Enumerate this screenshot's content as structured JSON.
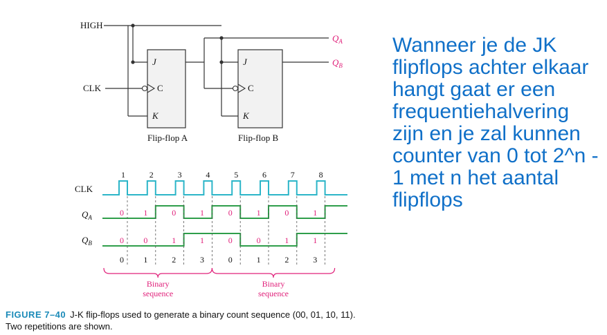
{
  "circuit": {
    "high_label": "HIGH",
    "clk_label": "CLK",
    "outputs": {
      "qa": "Q",
      "qa_sub": "A",
      "qb": "Q",
      "qb_sub": "B"
    },
    "flipflops": [
      {
        "j": "J",
        "c": "C",
        "k": "K",
        "name": "Flip-flop A"
      },
      {
        "j": "J",
        "c": "C",
        "k": "K",
        "name": "Flip-flop B"
      }
    ]
  },
  "timing": {
    "clk_label": "CLK",
    "qa_label": "Q",
    "qa_sub": "A",
    "qb_label": "Q",
    "qb_sub": "B",
    "clock_numbers": [
      "1",
      "2",
      "3",
      "4",
      "5",
      "6",
      "7",
      "8"
    ],
    "qa_levels": [
      0,
      1,
      0,
      1,
      0,
      1,
      0,
      1
    ],
    "qb_levels": [
      0,
      0,
      1,
      1,
      0,
      0,
      1,
      1
    ],
    "qa_values": [
      "0",
      "1",
      "0",
      "1",
      "0",
      "1",
      "0",
      "1"
    ],
    "qb_values": [
      "0",
      "0",
      "1",
      "1",
      "0",
      "0",
      "1",
      "1"
    ],
    "count_values": [
      "0",
      "1",
      "2",
      "3",
      "0",
      "1",
      "2",
      "3"
    ],
    "groups": [
      {
        "line1": "Binary",
        "line2": "sequence"
      },
      {
        "line1": "Binary",
        "line2": "sequence"
      }
    ]
  },
  "note": {
    "text": "Wanneer je de JK flipflops achter elkaar hangt gaat er een frequentiehalvering zijn en je zal kunnen counter van 0 tot 2^n - 1 met n het aantal flipflops"
  },
  "caption": {
    "figure_number": "FIGURE 7–40",
    "text": "J-K flip-flops used to generate a binary count sequence (00, 01, 10, 11).",
    "text2": "Two repetitions are shown."
  },
  "colors": {
    "clock": "#2bb5c8",
    "qa": "#2e9e4a",
    "qb": "#2e9e4a",
    "values": "#e0207a",
    "note": "#1070c8",
    "figure_number": "#1a8ab8",
    "box_fill": "#f2f2f2"
  }
}
